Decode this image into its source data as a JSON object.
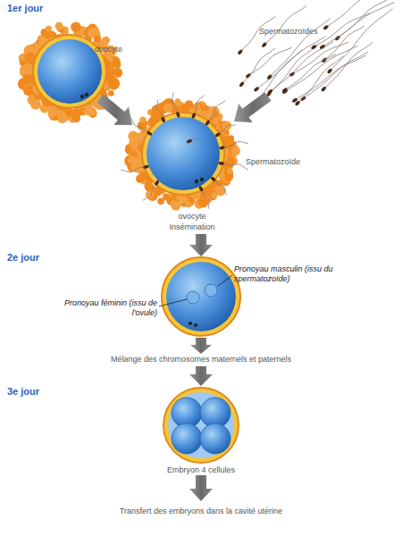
{
  "diagram": {
    "labels": [
      "1er jour",
      "ovocyte",
      "Spermatozoïdes",
      "Spermatozoïde",
      "ovocyte",
      "Insémination",
      "2e jour",
      "Pronoyau masculin (issu du spermatozoïde)",
      "Pronoyau féminin (issu de l'ovule)",
      "Mélange des chromosomes maternels et paternels",
      "3e jour",
      "Embryon 4 cellules",
      "Transfert des embryons dans la cavité utérine"
    ]
  }
}
